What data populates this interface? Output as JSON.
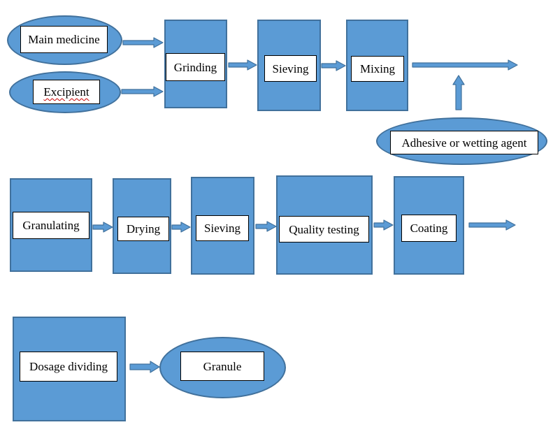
{
  "diagram": {
    "type": "flowchart",
    "colors": {
      "shape_fill": "#5B9BD5",
      "shape_border": "#41719C",
      "arrow_fill": "#5B9BD5",
      "arrow_border": "#41719C",
      "label_bg": "#FFFFFF",
      "label_border": "#000000",
      "label_text": "#000000",
      "spellcheck_underline": "#CC0000",
      "page_bg": "#FFFFFF"
    },
    "nodes": {
      "main_medicine": {
        "label": "Main medicine",
        "shape": "ellipse"
      },
      "excipient": {
        "label": "Excipient",
        "shape": "ellipse",
        "spellcheck_flagged": true
      },
      "grinding": {
        "label": "Grinding",
        "shape": "rect"
      },
      "sieving_1": {
        "label": "Sieving",
        "shape": "rect"
      },
      "mixing": {
        "label": "Mixing",
        "shape": "rect"
      },
      "adhesive": {
        "label": "Adhesive or wetting agent",
        "shape": "ellipse"
      },
      "granulating": {
        "label": "Granulating",
        "shape": "rect"
      },
      "drying": {
        "label": "Drying",
        "shape": "rect"
      },
      "sieving_2": {
        "label": "Sieving",
        "shape": "rect"
      },
      "quality_testing": {
        "label": "Quality testing",
        "shape": "rect"
      },
      "coating": {
        "label": "Coating",
        "shape": "rect"
      },
      "dosage_dividing": {
        "label": "Dosage dividing",
        "shape": "rect"
      },
      "granule": {
        "label": "Granule",
        "shape": "ellipse"
      }
    },
    "edges": [
      {
        "from": "main_medicine",
        "to": "grinding",
        "direction": "right"
      },
      {
        "from": "excipient",
        "to": "grinding",
        "direction": "right"
      },
      {
        "from": "grinding",
        "to": "sieving_1",
        "direction": "right"
      },
      {
        "from": "sieving_1",
        "to": "mixing",
        "direction": "right"
      },
      {
        "from": "mixing",
        "to": "offpage-right",
        "direction": "right"
      },
      {
        "from": "adhesive",
        "to": "mixing-output",
        "direction": "up"
      },
      {
        "from": "granulating",
        "to": "drying",
        "direction": "right"
      },
      {
        "from": "drying",
        "to": "sieving_2",
        "direction": "right"
      },
      {
        "from": "sieving_2",
        "to": "quality_testing",
        "direction": "right"
      },
      {
        "from": "quality_testing",
        "to": "coating",
        "direction": "right"
      },
      {
        "from": "coating",
        "to": "offpage-right",
        "direction": "right"
      },
      {
        "from": "dosage_dividing",
        "to": "granule",
        "direction": "right"
      }
    ]
  }
}
